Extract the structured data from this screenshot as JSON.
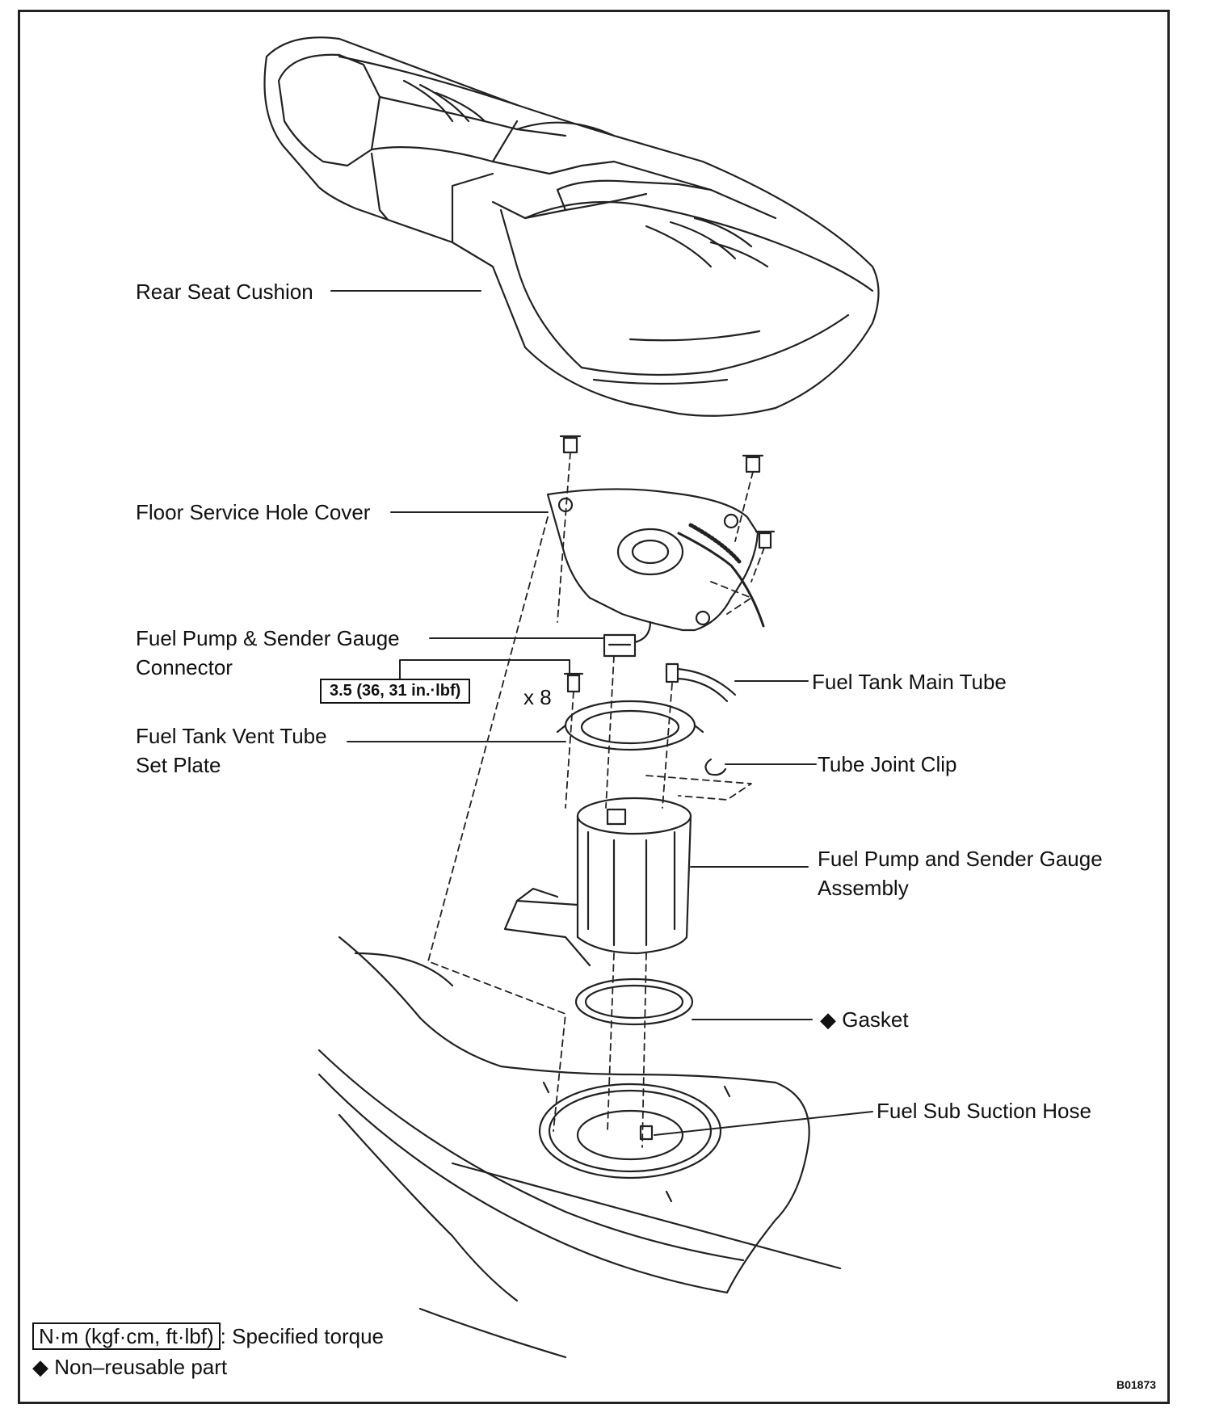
{
  "labels": {
    "rear_seat_cushion": "Rear Seat Cushion",
    "floor_service_hole_cover": "Floor Service Hole Cover",
    "connector_line1": "Fuel Pump & Sender Gauge",
    "connector_line2": "Connector",
    "vent_tube_line1": "Fuel Tank Vent Tube",
    "vent_tube_line2": "Set Plate",
    "main_tube": "Fuel Tank Main Tube",
    "tube_joint_clip": "Tube Joint Clip",
    "pump_assembly_line1": "Fuel Pump and Sender Gauge",
    "pump_assembly_line2": "Assembly",
    "gasket": "Gasket",
    "sub_suction_hose": "Fuel Sub Suction Hose"
  },
  "torque": {
    "value": "3.5 (36, 31 in.·lbf)",
    "quantity": "x 8"
  },
  "legend": {
    "torque_units": "N·m (kgf·cm, ft·lbf)",
    "torque_desc": ": Specified torque",
    "nonreusable_symbol": "◆",
    "nonreusable_desc": "Non–reusable part"
  },
  "figure_code": "B01873"
}
